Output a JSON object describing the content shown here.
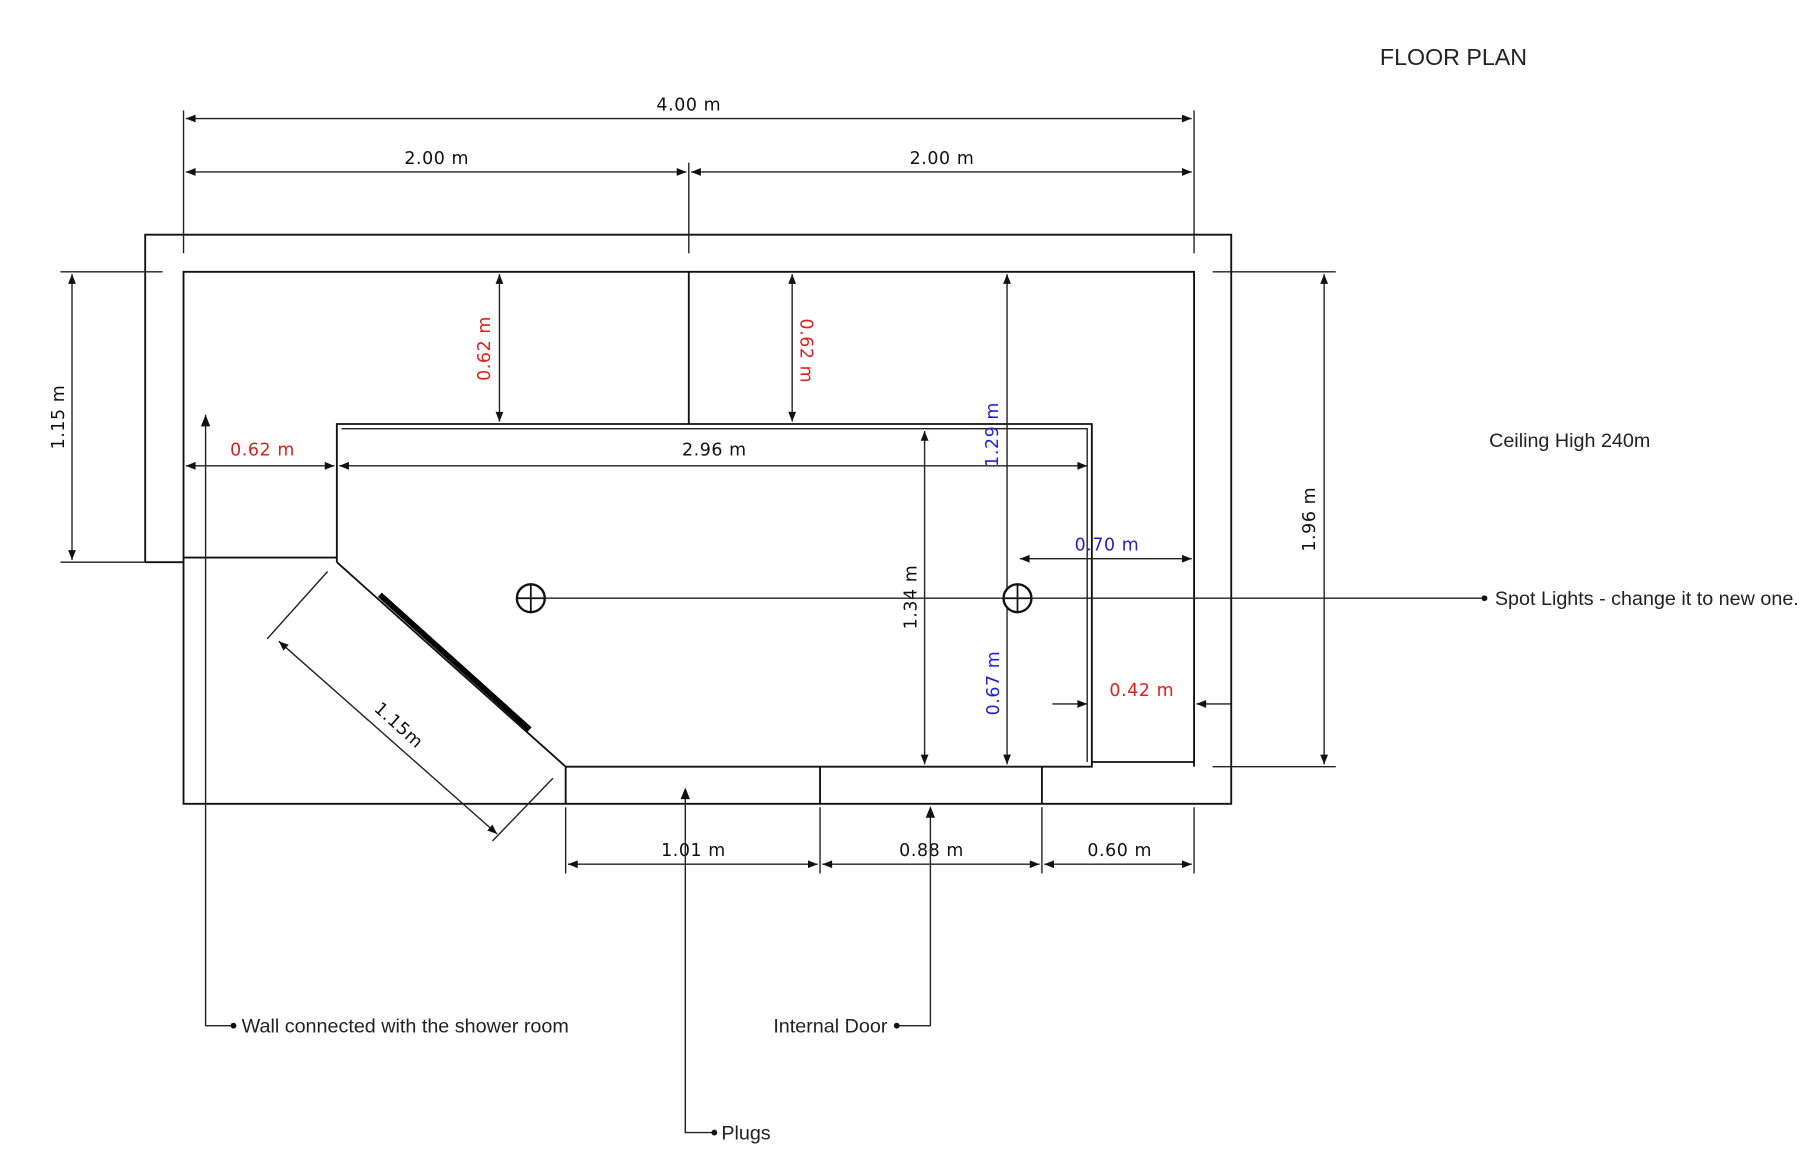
{
  "title": "FLOOR PLAN",
  "ceiling_note": "Ceiling High 240m",
  "dimensions": {
    "total_width": "4.00 m",
    "half_left": "2.00 m",
    "half_right": "2.00 m",
    "left_height": "1.15 m",
    "right_height": "1.96 m",
    "top_left_depth": "0.62 m",
    "top_right_depth": "0.62 m",
    "left_offset": "0.62 m",
    "inner_width": "2.96 m",
    "blue_vertical_top": "1.29 m",
    "blue_horizontal": "0.70 m",
    "inner_height": "1.34 m",
    "blue_vertical_bottom": "0.67 m",
    "right_gap": "0.42 m",
    "diagonal": "1.15m",
    "bottom_1": "1.01 m",
    "bottom_2": "0.88 m",
    "bottom_3": "0.60 m"
  },
  "annotations": {
    "spot_lights": "Spot Lights - change it to new one.",
    "wall_shower": "Wall connected with the shower room",
    "internal_door": "Internal Door",
    "plugs": "Plugs"
  },
  "colors": {
    "red": "#e0201c",
    "blue": "#1f1fd6"
  }
}
